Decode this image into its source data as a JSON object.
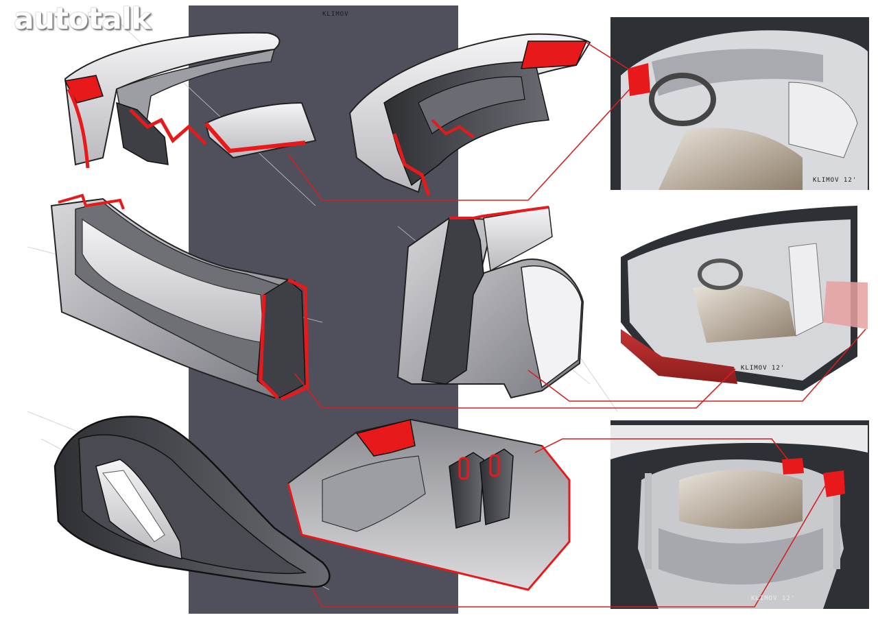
{
  "watermark": {
    "text": "autotalk"
  },
  "artist": {
    "top_signature": "KLIMOV",
    "panel_signature_1": "KLIMOV 12'",
    "panel_signature_2": "KLIMOV 12'",
    "panel_signature_3": "KLIMOV 12'"
  },
  "colors": {
    "center_band": "#4f505c",
    "section_highlight": "#e8191a",
    "render_background": "#2d3034",
    "surface_light": "#e7e7e9",
    "surface_mid": "#a9a9ae",
    "surface_dark": "#3e3f44",
    "leader_line": "#d42020"
  },
  "sketches": [
    {
      "id": "roof-frame-section",
      "icon": "roof-frame-sketch"
    },
    {
      "id": "dashboard-top-section",
      "icon": "dashboard-sketch"
    },
    {
      "id": "side-sill-section",
      "icon": "sill-sketch"
    },
    {
      "id": "b-pillar-section",
      "icon": "pillar-sketch"
    },
    {
      "id": "door-panel-section",
      "icon": "door-panel-sketch"
    },
    {
      "id": "rear-floor-section",
      "icon": "rear-floor-sketch"
    }
  ],
  "renderings": [
    {
      "id": "interior-front-view",
      "icon": "cockpit-render"
    },
    {
      "id": "interior-side-view",
      "icon": "cabin-side-render"
    },
    {
      "id": "interior-rear-view",
      "icon": "cabin-rear-render"
    }
  ]
}
